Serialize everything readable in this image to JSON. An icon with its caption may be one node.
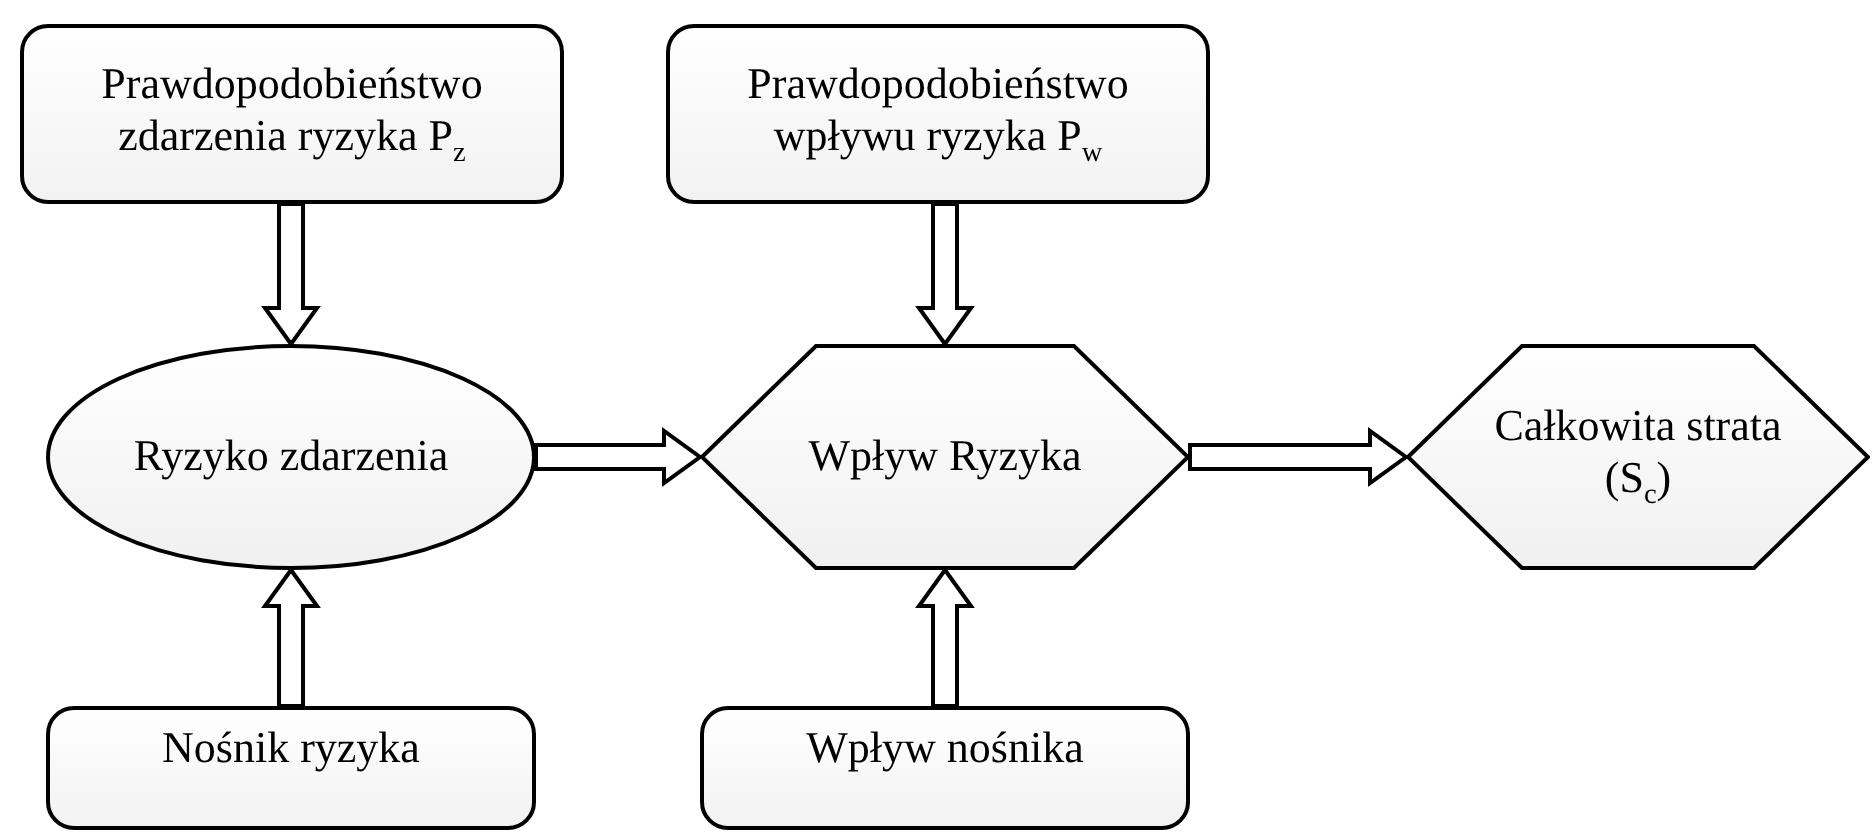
{
  "diagram": {
    "nodes": [
      {
        "text": [
          "Prawdopodobieństwo zdarzenia ryzyka P$_{z}$"
        ]
      },
      {
        "text": [
          "Prawdopodobieństwo wpływu ryzyka P$_{w}$"
        ]
      },
      {
        "text": [
          "Ryzyko zdarzenia"
        ]
      },
      {
        "text": [
          "Wpływ Ryzyka"
        ]
      },
      {
        "text": [
          "Całkowita strata (S$_{c}$)"
        ]
      },
      {
        "text": [
          "Nośnik ryzyka"
        ]
      },
      {
        "text": [
          "Wpływ nośnika"
        ]
      }
    ],
    "edges": [
      {
        "from": 0,
        "to": 2,
        "arrow": "to"
      },
      {
        "from": 5,
        "to": 2,
        "arrow": "to"
      },
      {
        "from": 2,
        "to": 3,
        "arrow": "to"
      },
      {
        "from": 1,
        "to": 3,
        "arrow": "to"
      },
      {
        "from": 6,
        "to": 3,
        "arrow": "to"
      },
      {
        "from": 3,
        "to": 4,
        "arrow": "to"
      }
    ]
  }
}
